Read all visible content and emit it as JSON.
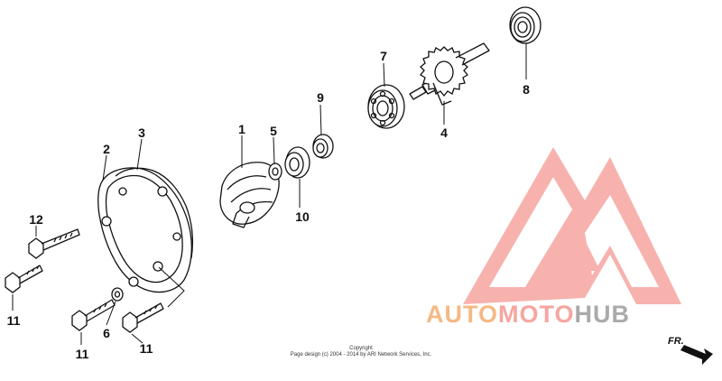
{
  "callouts": {
    "c1": "1",
    "c2": "2",
    "c3": "3",
    "c4": "4",
    "c5": "5",
    "c6": "6",
    "c7": "7",
    "c8": "8",
    "c9": "9",
    "c10": "10",
    "c11a": "11",
    "c11b": "11",
    "c11c": "11",
    "c12": "12"
  },
  "copyright": {
    "line1": "Copyright",
    "line2": "Page design (c) 2004 - 2014 by ARI Network Services, Inc."
  },
  "watermark": {
    "auto": "AUTO",
    "moto": "MOTO",
    "hub": "HUB",
    "triangle_color": "#f6a5a0",
    "auto_color": "#f5b985",
    "hub_color": "#aaaaaa"
  },
  "direction": {
    "label": "FR.",
    "icon": "front-arrow-icon"
  }
}
